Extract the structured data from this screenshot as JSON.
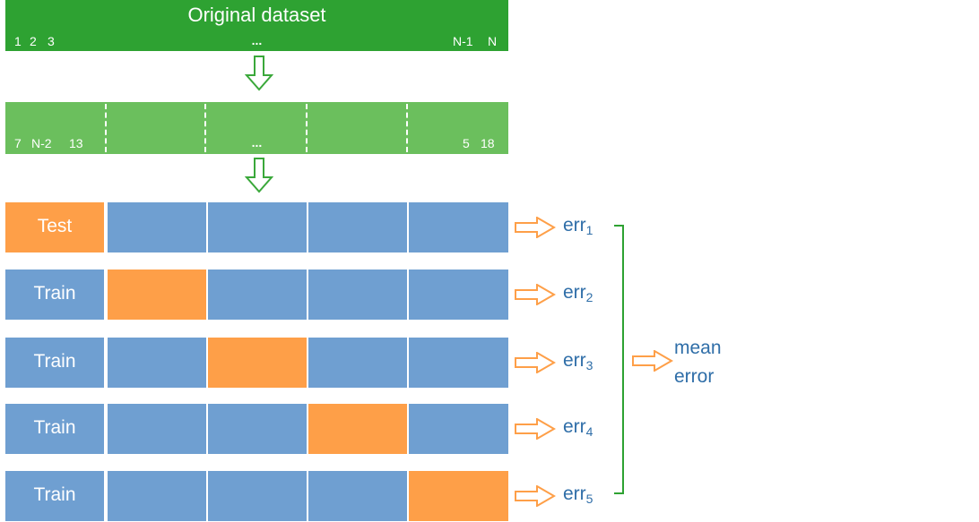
{
  "original": {
    "title": "Original dataset",
    "first_indices": [
      "1",
      "2",
      "3"
    ],
    "ellipsis": "...",
    "last_indices": [
      "N-1",
      "N"
    ]
  },
  "shuffled": {
    "first_indices": [
      "7",
      "N-2",
      "13"
    ],
    "ellipsis": "...",
    "last_indices": [
      "5",
      "18"
    ]
  },
  "folds": [
    {
      "first_label": "Test",
      "test_fold": 1,
      "error": {
        "base": "err",
        "sub": "1"
      }
    },
    {
      "first_label": "Train",
      "test_fold": 2,
      "error": {
        "base": "err",
        "sub": "2"
      }
    },
    {
      "first_label": "Train",
      "test_fold": 3,
      "error": {
        "base": "err",
        "sub": "3"
      }
    },
    {
      "first_label": "Train",
      "test_fold": 4,
      "error": {
        "base": "err",
        "sub": "4"
      }
    },
    {
      "first_label": "Train",
      "test_fold": 5,
      "error": {
        "base": "err",
        "sub": "5"
      }
    }
  ],
  "result": {
    "line1": "mean",
    "line2": "error"
  },
  "colors": {
    "original": "#2ea232",
    "shuffled": "#6bbf5d",
    "train": "#6f9fd1",
    "test": "#fe9f48",
    "arrow_green": "#3aa83a",
    "arrow_orange": "#fe9f48",
    "text_blue": "#2f6ea8"
  }
}
